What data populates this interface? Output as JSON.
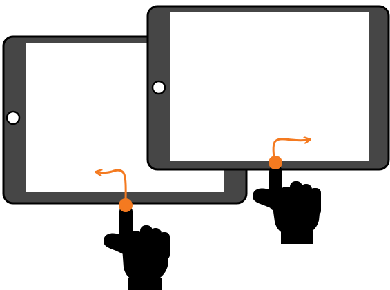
{
  "illustration": {
    "colors": {
      "background": "#ffffff",
      "device_bezel": "#464646",
      "device_outline": "#000000",
      "screen": "#ffffff",
      "home_button": "#ffffff",
      "touch_point": "#f47a20",
      "gesture_arrow": "#f47a20",
      "hand": "#000000"
    },
    "tablets": [
      {
        "name": "back-tablet",
        "orientation": "landscape",
        "home_button_side": "left",
        "gesture": {
          "type": "swipe-up-then-left",
          "icon": "orange-curved-arrow"
        }
      },
      {
        "name": "front-tablet",
        "orientation": "landscape",
        "home_button_side": "left",
        "gesture": {
          "type": "swipe-up-then-right",
          "icon": "orange-curved-arrow"
        }
      }
    ]
  }
}
